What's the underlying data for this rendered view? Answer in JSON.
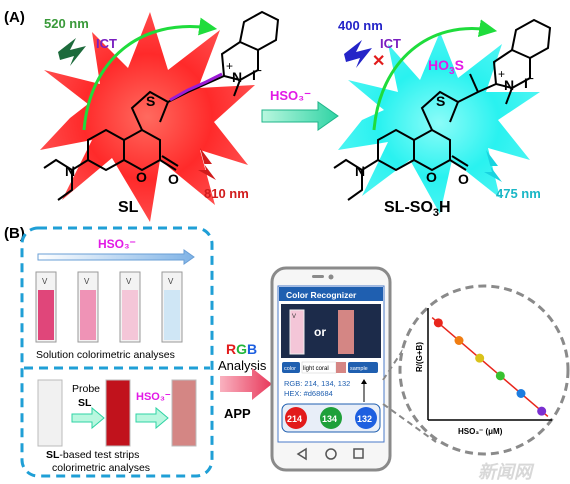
{
  "panelA": {
    "label": "(A)",
    "sl": {
      "name": "SL",
      "excitation": "520 nm",
      "emission": "810 nm",
      "ict": "ICT",
      "heteroatom_s": "S",
      "heteroatom_o1": "O",
      "heteroatom_o2": "O",
      "amine_n": "N",
      "quin_n": "N",
      "quin_charge": "+",
      "counter_ion": "I",
      "counter_charge": "−"
    },
    "reagent": "HSO₃⁻",
    "slso3h": {
      "name_prefix": "SL-SO",
      "name_sub": "3",
      "name_suffix": "H",
      "excitation": "400 nm",
      "emission": "475 nm",
      "ict": "ICT",
      "block_mark": "✕",
      "so3_prefix": "HO",
      "so3_sub": "3",
      "so3_suffix": "S",
      "heteroatom_s": "S",
      "heteroatom_o1": "O",
      "heteroatom_o2": "O",
      "amine_n": "N",
      "quin_n": "N",
      "quin_charge": "+",
      "counter_ion": "I",
      "counter_charge": "−"
    },
    "colors": {
      "red_star": "#ff2a2a",
      "cyan_star": "#29f2f0",
      "arrow_green": "#1fdc3c",
      "vinyl_purple": "#9b1bd6",
      "so3h_magenta": "#e219e6",
      "excite_green_text": "#3a9a3a",
      "excite_blue_text": "#2424c8",
      "emit_red_text": "#d11c1c",
      "emit_cyan_text": "#19b7c6",
      "ict_purple": "#7a1fc0"
    }
  },
  "panelB": {
    "label": "(B)",
    "reagent_top": "HSO₃⁻",
    "solution_caption": "Solution colorimetric analyses",
    "probe_label_line1": "Probe",
    "probe_label_line2": "SL",
    "strip_reagent": "HSO₃⁻",
    "strip_caption_bold": "SL",
    "strip_caption_rest": "-based test strips",
    "strip_caption_line2": "colorimetric analyses",
    "rgb_r": "R",
    "rgb_g": "G",
    "rgb_b": "B",
    "analysis_word": "Analysis",
    "app_word": "APP",
    "phone": {
      "app_title": "Color Recognizer",
      "or_text": "or",
      "btn_color": "color",
      "color_name": "light coral",
      "btn_sample": "sample",
      "rgb_readout": "RGB: 214, 134, 132",
      "hex_readout": "HEX: #d68684",
      "r_value": "214",
      "g_value": "134",
      "b_value": "132"
    },
    "plot": {
      "ylabel": "R/(G+B)",
      "xlabel": "HSO₃⁻ (μM)"
    },
    "watermark": "新闻网",
    "cuvette_colors": [
      "#e0467a",
      "#ef93b6",
      "#f4c6d8",
      "#cfe6f5"
    ],
    "strip_colors": [
      "#f1f1f1",
      "#c1121c",
      "#d48684"
    ],
    "colors": {
      "dash_blue": "#1f9fd6",
      "arrow_pink": "#e8395b",
      "phone_frame": "#9a9a9a",
      "app_bar": "#1f5fb0"
    }
  },
  "chart_data": {
    "type": "scatter",
    "title": "",
    "xlabel": "HSO₃⁻ (μM)",
    "ylabel": "R/(G+B)",
    "x": [
      1,
      2,
      3,
      4,
      5,
      6
    ],
    "series": [
      {
        "values": [
          6,
          5,
          4,
          3,
          2,
          1
        ]
      }
    ],
    "point_colors": [
      "#e8261c",
      "#f07d12",
      "#d9c21a",
      "#39c12f",
      "#1d7de0",
      "#7a2fd0"
    ],
    "trendline": {
      "color": "#e8261c"
    },
    "grid": false
  }
}
